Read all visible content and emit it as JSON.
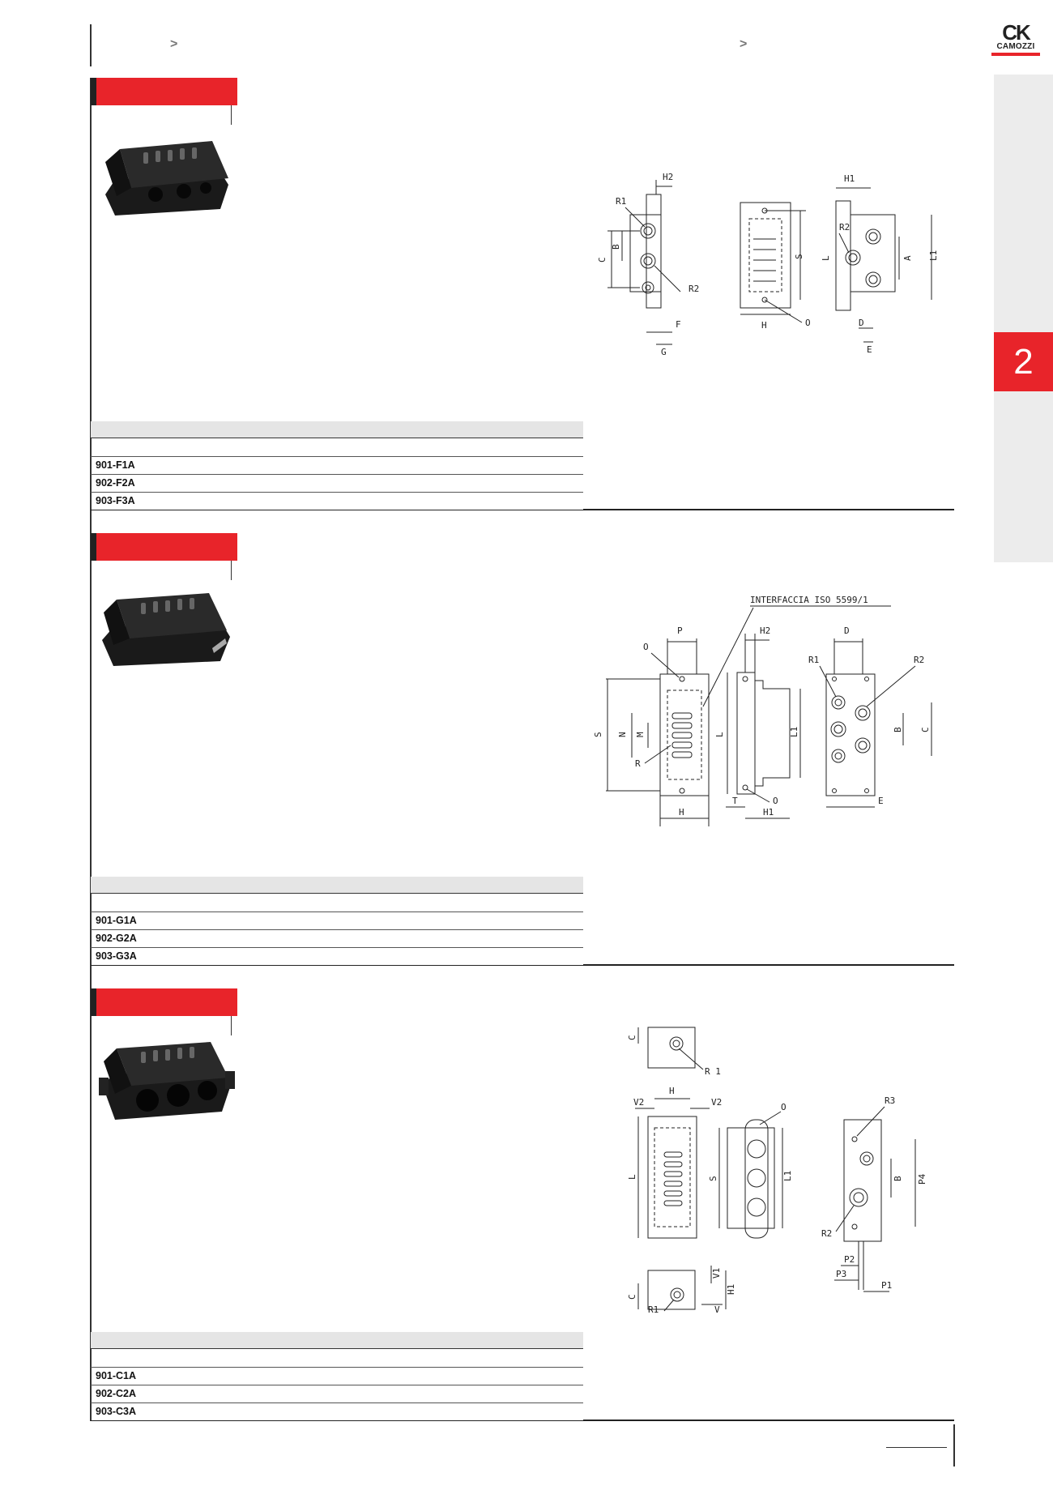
{
  "header": {
    "crumb_left": ">",
    "crumb_right": ">"
  },
  "brand": {
    "mark": "CK",
    "name": "CAMOZZI",
    "color": "#e8242a"
  },
  "side_tab": {
    "chapter": "2"
  },
  "sections": [
    {
      "rows": [
        "901-F1A",
        "902-F2A",
        "903-F3A"
      ],
      "drawing_labels": [
        "H2",
        "R1",
        "C",
        "B",
        "R2",
        "F",
        "G",
        "S",
        "H",
        "O",
        "H1",
        "R2",
        "L",
        "A",
        "L1",
        "D",
        "E"
      ]
    },
    {
      "rows": [
        "901-G1A",
        "902-G2A",
        "903-G3A"
      ],
      "drawing_labels": [
        "INTERFACCIA ISO 5599/1",
        "P",
        "O",
        "S",
        "N",
        "M",
        "R",
        "H",
        "H2",
        "L",
        "L1",
        "T",
        "H1",
        "O",
        "D",
        "R1",
        "R2",
        "B",
        "C",
        "E"
      ]
    },
    {
      "rows": [
        "901-C1A",
        "902-C2A",
        "903-C3A"
      ],
      "drawing_labels": [
        "C",
        "R 1",
        "H",
        "V2",
        "V2",
        "L",
        "O",
        "S",
        "L1",
        "R3",
        "B",
        "P4",
        "R2",
        "V1",
        "H1",
        "C",
        "R1",
        "V",
        "P2",
        "P3",
        "P1"
      ]
    }
  ]
}
